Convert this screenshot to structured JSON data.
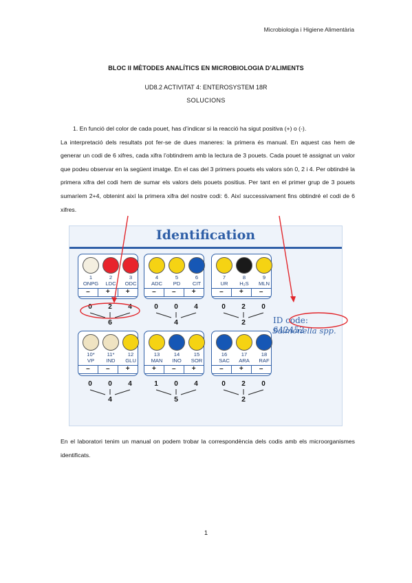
{
  "header": {
    "right_text": "Microbiologia i Higiene Alimentària"
  },
  "title": "BLOC II MÈTODES ANALÍTICS EN MICROBIOLOGIA D’ALIMENTS",
  "subtitle": "UD8.2 ACTIVITAT 4: ENTEROSYSTEM 18R",
  "subtitle2": "SOLUCIONS",
  "paragraph1": {
    "first_line": "1.    En funció del color de cada pouet, has d’indicar si la reacció ha sigut positiva (+) o (-).",
    "rest": "La interpretació dels resultats pot fer-se de dues maneres: la primera és manual. En aquest cas hem de generar un codi de 6 xifres, cada xifra l’obtindrem amb la lectura de 3 pouets. Cada pouet té assignat un valor que podeu observar en la següent imatge. En el cas del 3 primers pouets els valors són 0, 2 i 4. Per obtindré la primera xifra del codi hem de sumar els valors dels pouets positius. Per tant en el primer grup de 3 pouets sumaríem 2+4, obtenint així la primera xifra del nostre codi: 6. Així successivament fins obtindré el codi de 6 xifres."
  },
  "figure": {
    "title": "Identification",
    "id_code": "ID code: 642452",
    "organism": "Salmonella spp.",
    "groups": [
      {
        "wells": [
          {
            "num": "1",
            "code": "ONPG",
            "color": "#f4efe0",
            "sign": "–",
            "value": "0"
          },
          {
            "num": "2",
            "code": "LDC",
            "color": "#e8242c",
            "sign": "+",
            "value": "2"
          },
          {
            "num": "3",
            "code": "ODC",
            "color": "#e8242c",
            "sign": "+",
            "value": "4"
          }
        ],
        "sum": "6"
      },
      {
        "wells": [
          {
            "num": "4",
            "code": "ADC",
            "color": "#f5d313",
            "sign": "–",
            "value": "0"
          },
          {
            "num": "5",
            "code": "PD",
            "color": "#f5d313",
            "sign": "–",
            "value": "0"
          },
          {
            "num": "6",
            "code": "CIT",
            "color": "#1657b5",
            "sign": "+",
            "value": "4"
          }
        ],
        "sum": "4"
      },
      {
        "wells": [
          {
            "num": "7",
            "code": "UR",
            "color": "#f5d313",
            "sign": "–",
            "value": "0"
          },
          {
            "num": "8",
            "code": "H₂S",
            "color": "#1a1a1a",
            "sign": "+",
            "value": "2"
          },
          {
            "num": "9",
            "code": "MLN",
            "color": "#f5d313",
            "sign": "–",
            "value": "0"
          }
        ],
        "sum": "2"
      },
      {
        "wells": [
          {
            "num": "10*",
            "code": "VP",
            "color": "#efe3c2",
            "sign": "–",
            "value": "0"
          },
          {
            "num": "11*",
            "code": "IND",
            "color": "#efe3c2",
            "sign": "–",
            "value": "0"
          },
          {
            "num": "12",
            "code": "GLU",
            "color": "#f5d313",
            "sign": "+",
            "value": "4"
          }
        ],
        "sum": "4"
      },
      {
        "wells": [
          {
            "num": "13",
            "code": "MAN",
            "color": "#f5d313",
            "sign": "+",
            "value": "1"
          },
          {
            "num": "14",
            "code": "INO",
            "color": "#1657b5",
            "sign": "–",
            "value": "0"
          },
          {
            "num": "15",
            "code": "SOR",
            "color": "#f5d313",
            "sign": "+",
            "value": "4"
          }
        ],
        "sum": "5"
      },
      {
        "wells": [
          {
            "num": "16",
            "code": "SAC",
            "color": "#1657b5",
            "sign": "–",
            "value": "0"
          },
          {
            "num": "17",
            "code": "ARA",
            "color": "#f5d313",
            "sign": "+",
            "value": "2"
          },
          {
            "num": "18",
            "code": "RAF",
            "color": "#1657b5",
            "sign": "–",
            "value": "0"
          }
        ],
        "sum": "2"
      }
    ],
    "colors": {
      "accent": "#2f5fa7",
      "annotation": "#e2262b"
    }
  },
  "paragraph2": "En el laboratori tenim un manual on podem trobar la correspondència dels codis amb els microorganismes identificats.",
  "page_number": "1"
}
